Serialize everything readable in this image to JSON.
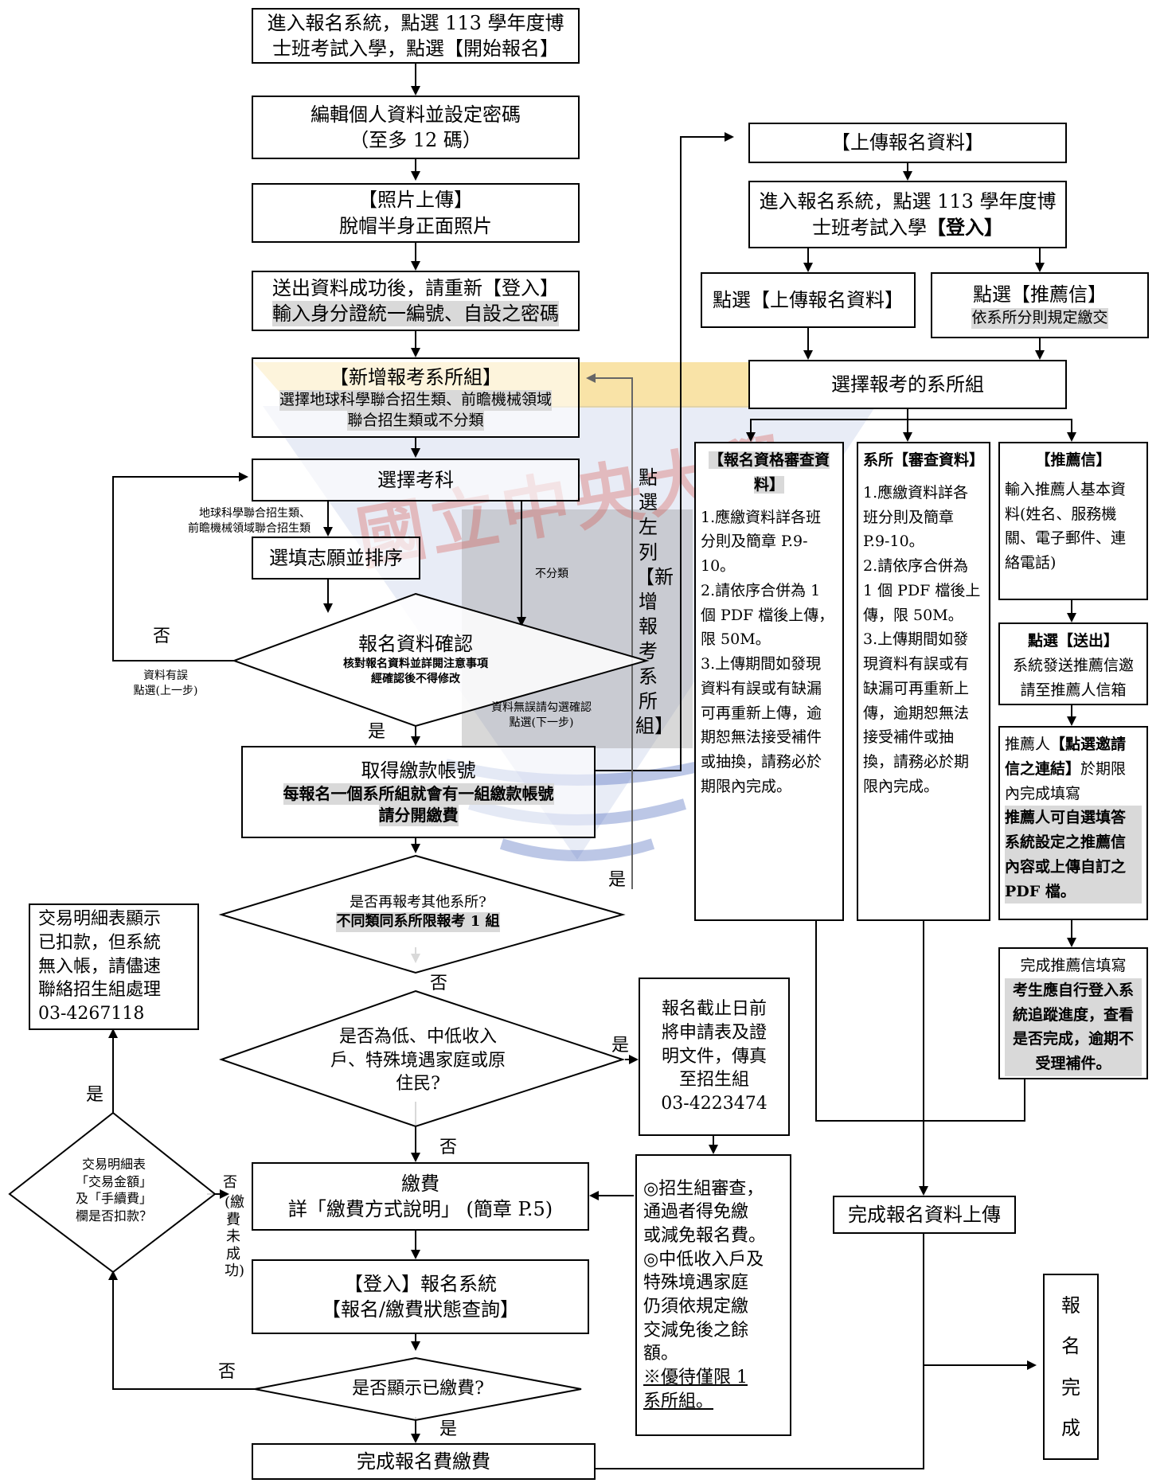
{
  "watermark": {
    "text": "國立中央大學",
    "colors": {
      "band": "#f4c84f",
      "red": "#d63b2f",
      "blue": "#3f5fb6",
      "gray": "#8e8e8e"
    }
  },
  "left": {
    "start": {
      "line1": "進入報名系統，點選 113 學年度博",
      "line2": "士班考試入學，點選【開始報名】"
    },
    "edit": {
      "line1": "編輯個人資料並設定密碼",
      "line2": "（至多 12 碼）"
    },
    "photo": {
      "line1": "【照片上傳】",
      "line2": "脫帽半身正面照片"
    },
    "login": {
      "line1": "送出資料成功後，請重新【登入】",
      "line2": "輸入身分證統一編號、自設之密碼"
    },
    "add_dept": {
      "line1": "【新增報考系所組】",
      "line2": "選擇地球科學聯合招生類、前瞻機械領域",
      "line3": "聯合招生類或不分類"
    },
    "subject": {
      "label": "選擇考科"
    },
    "joint_note": {
      "line1": "地球科學聯合招生類、",
      "line2": "前瞻機械領域聯合招生類"
    },
    "no_class_note": "不分類",
    "wish": {
      "label": "選填志願並排序"
    },
    "no_label": "否",
    "err_note": {
      "line1": "資料有誤",
      "line2": "點選(上一步)"
    },
    "confirm": {
      "title": "報名資料確認",
      "line1": "核對報名資料並詳閱注意事項",
      "line2": "經確認後不得修改"
    },
    "ok_note": {
      "line1": "資料無誤請勾選確認",
      "line2": "點選(下一步)"
    },
    "yes_label": "是",
    "account": {
      "line1": "取得繳款帳號",
      "line2": "每報名一個系所組就會有一組繳款帳號",
      "line3": "請分開繳費"
    },
    "vertical_text": "點選左列【新增報考系所組】",
    "again": {
      "line1": "是否再報考其他系所?",
      "line2": "不同類同系所限報考 1 組"
    },
    "again_yes": "是",
    "again_no": "否",
    "low_income": {
      "line1": "是否為低、中低收入",
      "line2": "戶、特殊境遇家庭或原",
      "line3": "住民?"
    },
    "low_yes": "是",
    "low_no": "否",
    "fax": {
      "line1": "報名截止日前",
      "line2": "將申請表及證",
      "line3": "明文件，傳真",
      "line4": "至招生組",
      "line5": "03-4223474"
    },
    "pay": {
      "line1": "繳費",
      "line2": "詳「繳費方式說明」 (簡章 P.5)"
    },
    "pay_fail_no": "否",
    "pay_fail_note": "(繳費未成功)",
    "waiver": {
      "line1": "◎招生組審查，",
      "line2": "通過者得免繳",
      "line3": "或減免報名費。",
      "line4": "◎中低收入戶及",
      "line5": "特殊境遇家庭",
      "line6": "仍須依規定繳",
      "line7": "交減免後之餘",
      "line8": "額。",
      "line9": "※優待僅限 1",
      "line10": "系所組。"
    },
    "status": {
      "line1": "【登入】報名系統",
      "line2": "【報名/繳費狀態查詢】"
    },
    "paid_q": {
      "label": "是否顯示已繳費?"
    },
    "paid_no": "否",
    "paid_yes": "是",
    "done_fee": {
      "label": "完成報名費繳費"
    },
    "trans_q": {
      "line1": "交易明細表",
      "line2": "「交易金額」",
      "line3": "及「手續費」",
      "line4": "欄是否扣款？"
    },
    "trans_yes": "是",
    "contact": {
      "line1": "交易明細表顯示",
      "line2": "已扣款，但系統",
      "line3": "無入帳，請儘速",
      "line4": "聯絡招生組處理",
      "line5": "03-4267118"
    }
  },
  "right": {
    "upload_header": {
      "label": "【上傳報名資料】"
    },
    "login2": {
      "line1": "進入報名系統，點選 113 學年度博",
      "line2a": "士班考試入學",
      "line2b": "【登入】"
    },
    "click_upload": {
      "label": "點選【上傳報名資料】"
    },
    "click_rec": {
      "line1": "點選【推薦信】",
      "line2": "依系所分則規定繳交"
    },
    "choose_dept": {
      "label": "選擇報考的系所組"
    },
    "col1": {
      "title": "【報名資格審查資料】",
      "line1": "1.應繳資料詳各班",
      "line2": "分則及簡章 P.9-10。",
      "line3": "2.請依序合併為 1",
      "line4": "個 PDF 檔後上傳，",
      "line5": "限 50M。",
      "line6": "3.上傳期間如發現",
      "line7": "資料有誤或有缺漏",
      "line8": "可再重新上傳，逾",
      "line9": "期恕無法接受補件",
      "line10": "或抽換，請務必於",
      "line11": "期限內完成。"
    },
    "col2": {
      "title": "系所【審查資料】",
      "line1": "1.應繳資料詳各",
      "line2": "班分則及簡章",
      "line3": "P.9-10。",
      "line4": "2.請依序合併為",
      "line5": "1 個 PDF 檔後上",
      "line6": "傳，限 50M。",
      "line7": "3.上傳期間如發",
      "line8": "現資料有誤或有",
      "line9": "缺漏可再重新上",
      "line10": "傳，逾期恕無法",
      "line11": "接受補件或抽",
      "line12": "換，請務必於期",
      "line13": "限內完成。"
    },
    "col3": {
      "title": "【推薦信】",
      "line1": "輸入推薦人基本資",
      "line2": "料(姓名、服務機",
      "line3": "關、電子郵件、連",
      "line4": "絡電話)"
    },
    "send": {
      "line1": "點選【送出】",
      "line2": "系統發送推薦信邀",
      "line3": "請至推薦人信箱"
    },
    "referee": {
      "line1a": "推薦人",
      "line1b": "【點選邀請",
      "line2a": "信之連結】",
      "line2b": "於期限",
      "line3": "內完成填寫",
      "line4": "推薦人可自選填答",
      "line5": "系統設定之推薦信",
      "line6": "內容或上傳自訂之",
      "line7": "PDF 檔。"
    },
    "rec_done": {
      "line1": "完成推薦信填寫",
      "line2": "考生應自行登入系",
      "line3": "統追蹤進度，查看",
      "line4": "是否完成，逾期不",
      "line5": "受理補件。"
    },
    "upload_done": {
      "label": "完成報名資料上傳"
    },
    "final": {
      "c1": "報",
      "c2": "名",
      "c3": "完",
      "c4": "成"
    }
  }
}
